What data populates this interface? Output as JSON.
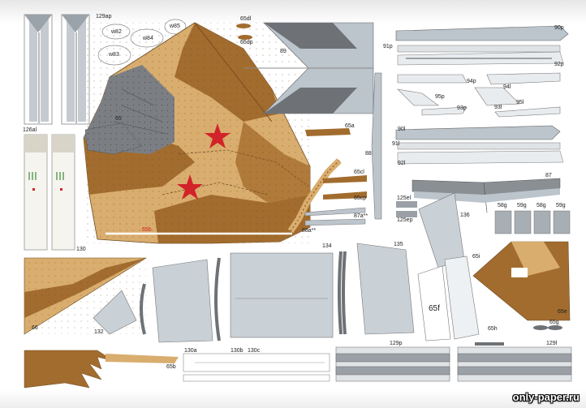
{
  "colors": {
    "tan": "#d9ad6e",
    "brown": "#a26c2e",
    "dark_brown": "#7a4c1e",
    "grey_blue": "#bcc4cc",
    "dark_grey": "#6e7276",
    "star_red": "#d2232a"
  },
  "watermark": "only-paper.ru",
  "labels": {
    "l129ap": "129ap",
    "w82": "w82",
    "w84": "w84",
    "w85": "w85",
    "w83": "w83",
    "l65dl": "65dl",
    "l65dp": "65dp",
    "l89": "89",
    "l90p": "90p",
    "l91p": "91p",
    "l92p": "92p",
    "l94p": "94p",
    "l94l": "94l",
    "l95p": "95p",
    "l93p": "93p",
    "l93l": "93l",
    "l95l": "95l",
    "l65": "65",
    "l126al": "126al",
    "l65a": "65a",
    "l88": "88",
    "l90l": "90l",
    "l91l": "91l",
    "l92l": "92l",
    "l65cl": "65cl",
    "l65cp": "65cp",
    "l87": "87",
    "l87a": "87a**",
    "l88a": "88a**",
    "l125el": "125el",
    "l125ep": "125ep",
    "l136": "136",
    "l58g": "58g",
    "l59g1": "59g",
    "l58g2": "58g",
    "l59g2": "59g",
    "l130": "130",
    "l65b_red": "65b",
    "l134": "134",
    "l135": "135",
    "l65i": "65i",
    "l65f": "65f",
    "l65e": "65e",
    "l66": "66",
    "l132": "132",
    "l65h": "65h",
    "l65g": "65g",
    "l130a": "130a",
    "l130b": "130b",
    "l130c": "130c",
    "l65b": "65b",
    "l129p": "129p",
    "l129l": "129l"
  }
}
